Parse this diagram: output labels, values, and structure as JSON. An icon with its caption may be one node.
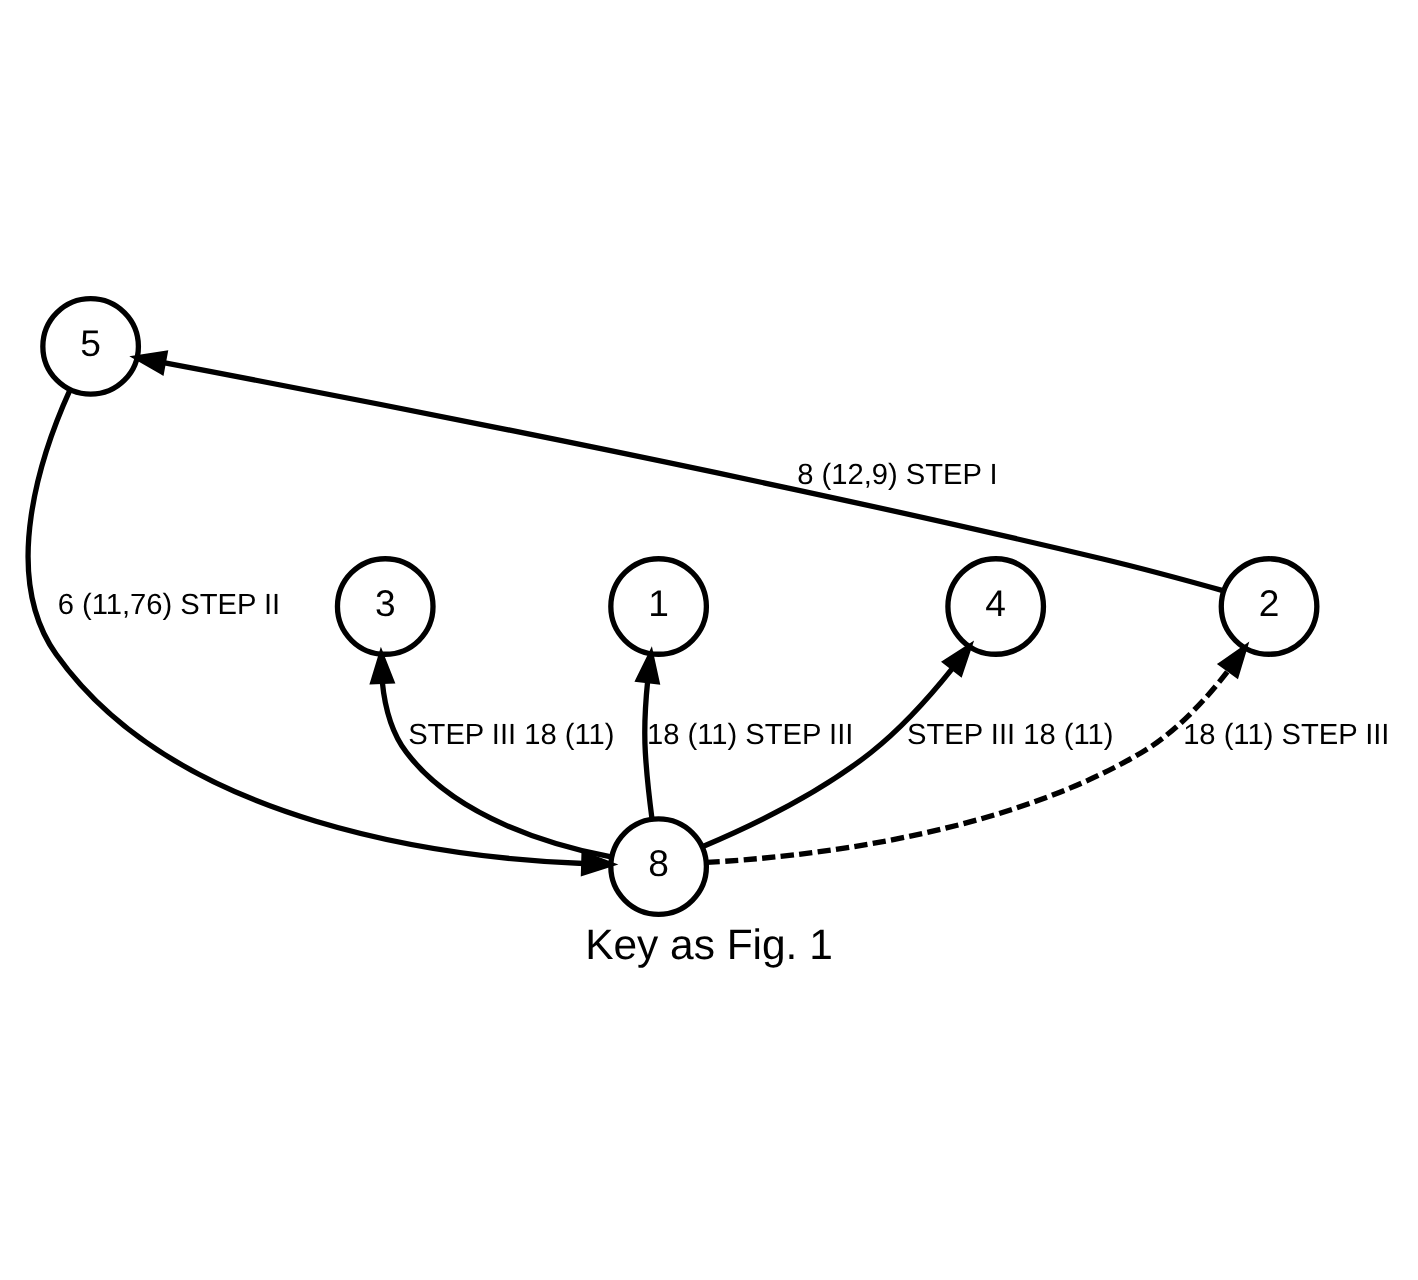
{
  "diagram": {
    "caption": "Key as Fig. 1",
    "nodes": [
      {
        "text": [
          "3"
        ]
      },
      {
        "text": [
          "1"
        ]
      },
      {
        "text": [
          "4"
        ]
      },
      {
        "text": [
          "2"
        ]
      },
      {
        "text": [
          "5"
        ]
      },
      {
        "text": [
          "8"
        ]
      }
    ],
    "edges": [
      {
        "from": 5,
        "to": 1,
        "arrow": "to",
        "label": "18 (11) STEP III"
      },
      {
        "from": 3,
        "to": 4,
        "arrow": "to",
        "label": "8 (12,9) STEP I"
      },
      {
        "from": 4,
        "to": 5,
        "arrow": "to",
        "label": "6 (11,76) STEP II"
      },
      {
        "from": 5,
        "to": 3,
        "arrow": "to",
        "style": "dashed",
        "label": "18 (11) STEP III"
      },
      {
        "from": 5,
        "to": 2,
        "arrow": "to",
        "label": "STEP III 18 (11)"
      },
      {
        "from": 5,
        "to": 0,
        "arrow": "to",
        "label": "STEP III 18 (11)"
      }
    ]
  }
}
